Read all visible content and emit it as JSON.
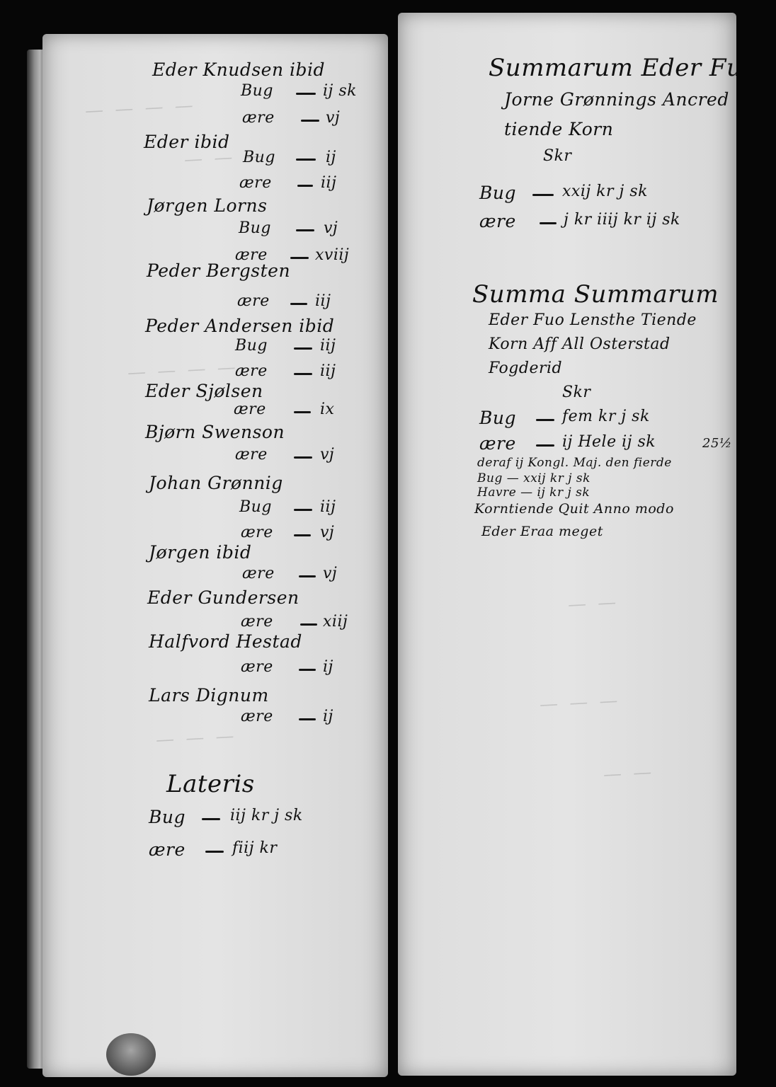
{
  "left_page": {
    "entries": [
      {
        "name": "Eder Knudsen ibid",
        "lines": [
          {
            "label": "Bug",
            "value": "ij sk"
          },
          {
            "label": "ære",
            "value": "vj"
          }
        ]
      },
      {
        "name": "Eder ibid",
        "lines": [
          {
            "label": "Bug",
            "value": "ij"
          },
          {
            "label": "ære",
            "value": "iij"
          }
        ]
      },
      {
        "name": "Jørgen Lorns",
        "lines": [
          {
            "label": "Bug",
            "value": "vj"
          },
          {
            "label": "ære",
            "value": "xviij"
          }
        ]
      },
      {
        "name": "Peder Bergsten",
        "lines": [
          {
            "label": "ære",
            "value": "iij"
          }
        ]
      },
      {
        "name": "Peder Andersen ibid",
        "lines": [
          {
            "label": "Bug",
            "value": "iij"
          },
          {
            "label": "ære",
            "value": "iij"
          }
        ]
      },
      {
        "name": "Eder Sjølsen",
        "lines": [
          {
            "label": "ære",
            "value": "ix"
          }
        ]
      },
      {
        "name": "Bjørn Swenson",
        "lines": [
          {
            "label": "ære",
            "value": "vj"
          }
        ]
      },
      {
        "name": "Johan Grønnig",
        "lines": [
          {
            "label": "Bug",
            "value": "iij"
          },
          {
            "label": "ære",
            "value": "vj"
          }
        ]
      },
      {
        "name": "Jørgen ibid",
        "lines": [
          {
            "label": "ære",
            "value": "vj"
          }
        ]
      },
      {
        "name": "Eder Gundersen",
        "lines": [
          {
            "label": "ære",
            "value": "xiij"
          }
        ]
      },
      {
        "name": "Halfvord Hestad",
        "lines": [
          {
            "label": "ære",
            "value": "ij"
          }
        ]
      },
      {
        "name": "Lars Dignum",
        "lines": [
          {
            "label": "ære",
            "value": "ij"
          }
        ]
      }
    ],
    "lateris": {
      "heading": "Lateris",
      "lines": [
        {
          "label": "Bug",
          "value": "iij kr j sk"
        },
        {
          "label": "ære",
          "value": "fiij kr"
        }
      ]
    }
  },
  "right_page": {
    "summary1": {
      "heading": [
        "Summarum Eder Fuo",
        "Jorne Grønnings Ancred",
        "tiende Korn"
      ],
      "unit": "Skr",
      "lines": [
        {
          "label": "Bug",
          "value": "xxij kr j sk"
        },
        {
          "label": "ære",
          "value": "j kr iiij kr ij sk"
        }
      ]
    },
    "summary2": {
      "heading": [
        "Summa Summarum",
        "Eder Fuo Lensthe Tiende",
        "Korn Aff All Osterstad"
      ],
      "sub": "Fogderid",
      "unit": "Skr",
      "lines": [
        {
          "label": "Bug",
          "value": "fem kr j sk"
        },
        {
          "label": "ære",
          "value": "ij Hele ij sk"
        }
      ],
      "notes": [
        "deraf ij Kongl. Maj. den fierde",
        "Bug — xxij kr j sk",
        "Havre — ij kr j sk",
        "Korntiende Quit Anno modo",
        "Eder Eraa meget"
      ],
      "margin_number": "25½"
    }
  }
}
